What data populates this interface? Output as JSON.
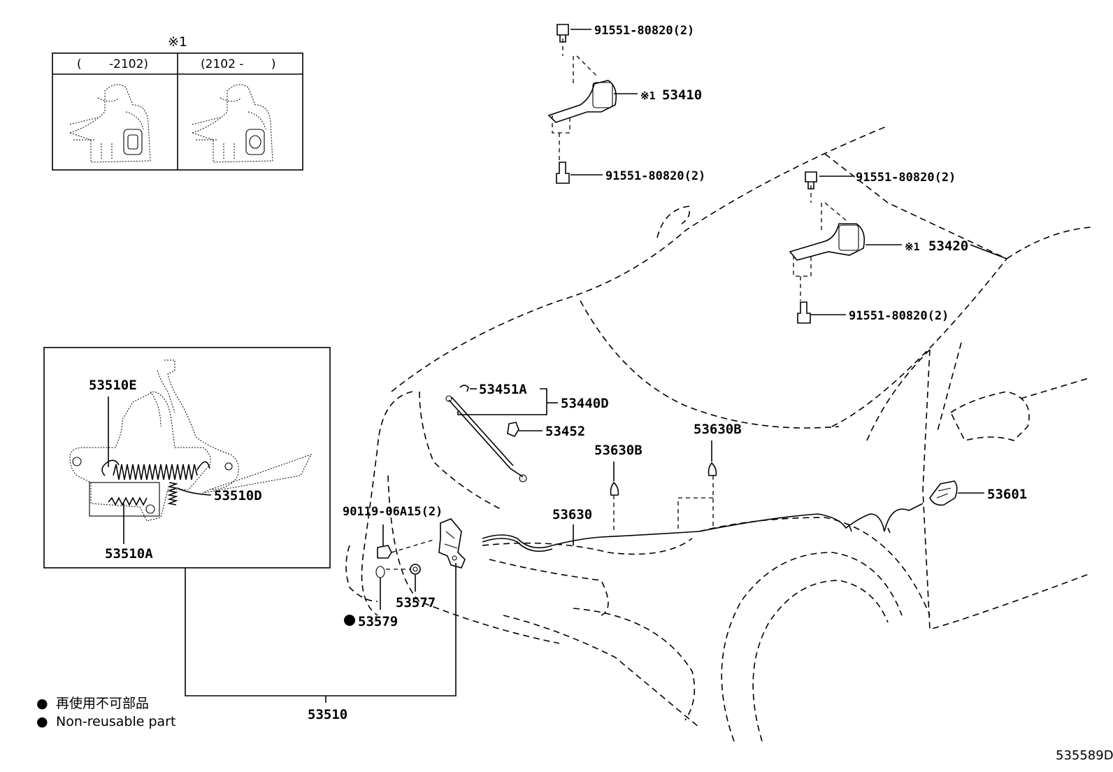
{
  "inset": {
    "marker": "※1",
    "left_header": "(　　 -2102)",
    "right_header": "(2102 -　　 )"
  },
  "parts": {
    "p53410": "53410",
    "p53420": "53420",
    "star": "※1",
    "bolt_a": "91551-80820(2)",
    "bolt_b": "91551-80820(2)",
    "bolt_c": "91551-80820(2)",
    "bolt_d": "91551-80820(2)",
    "p53451A": "53451A",
    "p53440D": "53440D",
    "p53452": "53452",
    "p53630B_1": "53630B",
    "p53630B_2": "53630B",
    "p53630": "53630",
    "p53601": "53601",
    "p90119": "90119-06A15(2)",
    "p53577": "53577",
    "p53579": "53579",
    "p53510": "53510",
    "p53510E": "53510E",
    "p53510D": "53510D",
    "p53510A": "53510A"
  },
  "legend": {
    "bullet": "●",
    "jp": "再使用不可部品",
    "en": "Non-reusable part"
  },
  "diagram_id": "535589D"
}
